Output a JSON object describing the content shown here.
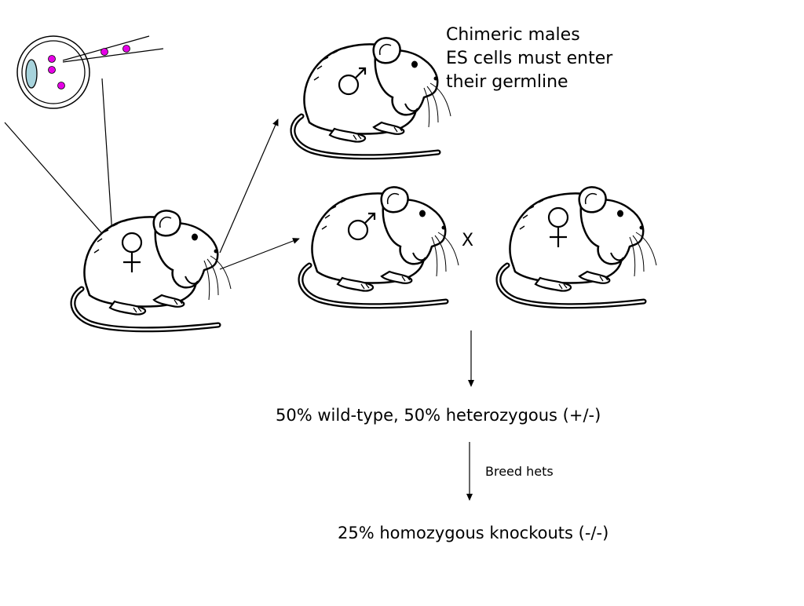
{
  "labels": {
    "chimeric_males": "Chimeric males",
    "es_cells": "ES cells must enter",
    "germline": "their germline",
    "cross": "X",
    "first_generation": "50% wild-type, 50% heterozygous (+/-)",
    "breed_hets": "Breed hets",
    "second_generation": "25% homozygous knockouts (-/-)"
  },
  "colors": {
    "injected_cells": "#e600e6",
    "blastocyst_cavity": "#a7d3dc",
    "line": "#000000",
    "background": "#ffffff"
  },
  "icons": {
    "male_symbol": "male-symbol-icon",
    "female_symbol": "female-symbol-icon",
    "mouse": "mouse-icon",
    "blastocyst": "blastocyst-icon"
  }
}
